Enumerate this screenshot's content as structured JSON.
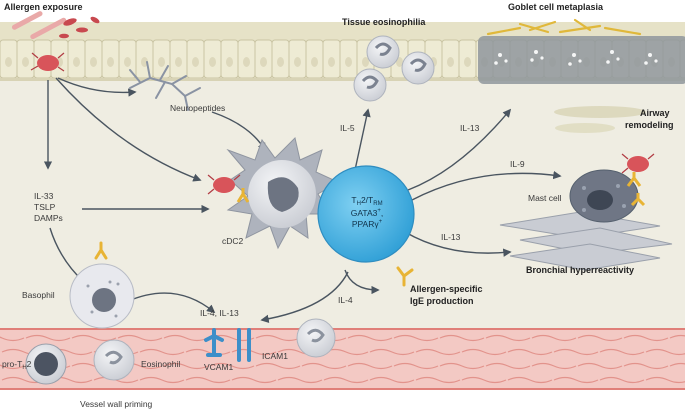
{
  "headings": {
    "allergen_exposure": "Allergen exposure",
    "tissue_eosinophilia": "Tissue eosinophilia",
    "goblet_cell_metaplasia": "Goblet cell metaplasia",
    "airway_remodeling_1": "Airway",
    "airway_remodeling_2": "remodeling",
    "bronchial_hyperreactivity": "Bronchial hyperreactivity",
    "ige_production_1": "Allergen-specific",
    "ige_production_2": "IgE production"
  },
  "labels": {
    "neuropeptides": "Neuropeptides",
    "il33": "IL-33",
    "tslp": "TSLP",
    "damps": "DAMPs",
    "cdc2": "cDC2",
    "basophil": "Basophil",
    "il4_il13": "IL-4, IL-13",
    "il4": "IL-4",
    "il5": "IL-5",
    "il13_top": "IL-13",
    "il9": "IL-9",
    "il13_right": "IL-13",
    "mast_cell": "Mast cell",
    "vcam1": "VCAM1",
    "icam1": "ICAM1",
    "eosinophil": "Eosinophil",
    "vessel_wall_priming": "Vessel wall priming"
  },
  "th2_cell": {
    "line1_T": "T",
    "line1_H": "H",
    "line1_two": "2/T",
    "line1_RM": "RM",
    "line2": "GATA3",
    "line2_sup": "+",
    "line3": "PPARγ",
    "line3_sup": "+"
  },
  "pro_th2": {
    "prefix": "pro-T",
    "sub": "H",
    "suffix": "2"
  },
  "colors": {
    "tissue_bg": "#efede2",
    "epithelium": "#e8e4cc",
    "vessel": "#f3c9c4",
    "vessel_line": "#e2938c",
    "th2_cell": "#4ab3e6",
    "arrow": "#4a5560",
    "allergen": "#d8545a",
    "ige": "#e8b435",
    "adhesion": "#3d8fc9"
  }
}
